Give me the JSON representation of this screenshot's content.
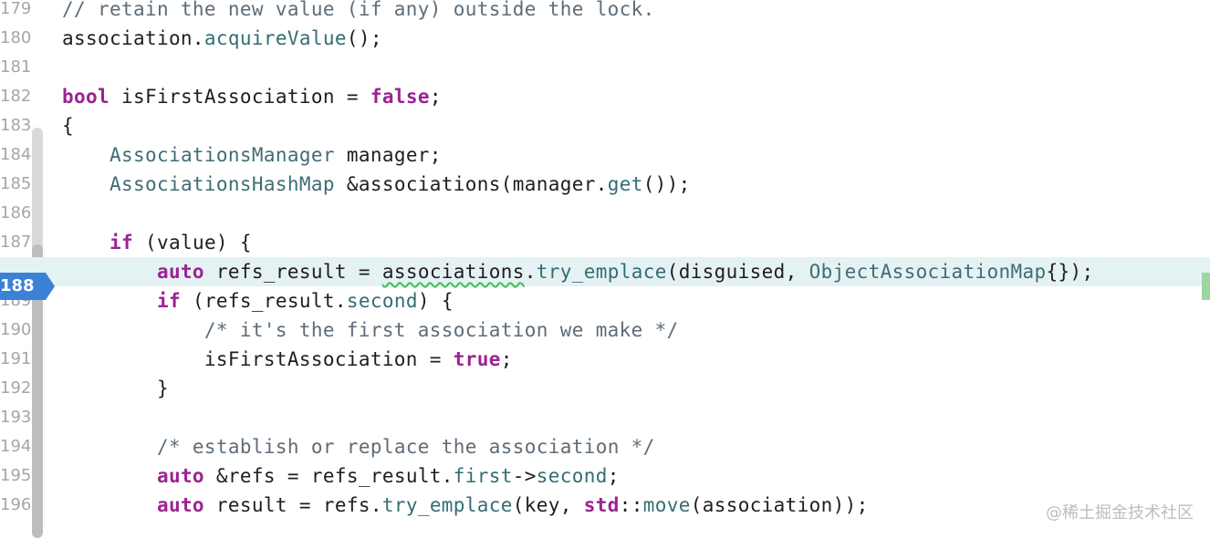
{
  "editor": {
    "lines": [
      {
        "num": "179",
        "tokens": [
          {
            "t": "// retain the new value (if any) outside the lock.",
            "c": "cm"
          }
        ]
      },
      {
        "num": "180",
        "tokens": [
          {
            "t": "association.",
            "c": "pl"
          },
          {
            "t": "acquireValue",
            "c": "fn"
          },
          {
            "t": "();",
            "c": "pl"
          }
        ]
      },
      {
        "num": "181",
        "tokens": []
      },
      {
        "num": "182",
        "tokens": [
          {
            "t": "bool",
            "c": "kw"
          },
          {
            "t": " isFirstAssociation = ",
            "c": "pl"
          },
          {
            "t": "false",
            "c": "kw"
          },
          {
            "t": ";",
            "c": "pl"
          }
        ]
      },
      {
        "num": "183",
        "tokens": [
          {
            "t": "{",
            "c": "pl"
          }
        ]
      },
      {
        "num": "184",
        "tokens": [
          {
            "t": "    ",
            "c": "pl"
          },
          {
            "t": "AssociationsManager",
            "c": "ty"
          },
          {
            "t": " manager;",
            "c": "pl"
          }
        ]
      },
      {
        "num": "185",
        "tokens": [
          {
            "t": "    ",
            "c": "pl"
          },
          {
            "t": "AssociationsHashMap",
            "c": "ty"
          },
          {
            "t": " &associations(manager.",
            "c": "pl"
          },
          {
            "t": "get",
            "c": "fn"
          },
          {
            "t": "());",
            "c": "pl"
          }
        ]
      },
      {
        "num": "186",
        "tokens": []
      },
      {
        "num": "187",
        "tokens": [
          {
            "t": "    ",
            "c": "pl"
          },
          {
            "t": "if",
            "c": "kw"
          },
          {
            "t": " (value) {",
            "c": "pl"
          }
        ]
      },
      {
        "num": "188",
        "current": true,
        "tokens": [
          {
            "t": "        ",
            "c": "pl"
          },
          {
            "t": "auto",
            "c": "kw"
          },
          {
            "t": " refs_result = ",
            "c": "pl"
          },
          {
            "t": "associations",
            "c": "pl squiggle"
          },
          {
            "t": ".",
            "c": "pl"
          },
          {
            "t": "try_emplace",
            "c": "fn"
          },
          {
            "t": "(disguised, ",
            "c": "pl"
          },
          {
            "t": "ObjectAssociationMap",
            "c": "ty"
          },
          {
            "t": "{});",
            "c": "pl"
          }
        ]
      },
      {
        "num": "189",
        "tokens": [
          {
            "t": "        ",
            "c": "pl"
          },
          {
            "t": "if",
            "c": "kw"
          },
          {
            "t": " (refs_result.",
            "c": "pl"
          },
          {
            "t": "second",
            "c": "fn"
          },
          {
            "t": ") {",
            "c": "pl"
          }
        ]
      },
      {
        "num": "190",
        "tokens": [
          {
            "t": "            ",
            "c": "pl"
          },
          {
            "t": "/* it's the first association we make */",
            "c": "cm"
          }
        ]
      },
      {
        "num": "191",
        "tokens": [
          {
            "t": "            isFirstAssociation = ",
            "c": "pl"
          },
          {
            "t": "true",
            "c": "kw"
          },
          {
            "t": ";",
            "c": "pl"
          }
        ]
      },
      {
        "num": "192",
        "tokens": [
          {
            "t": "        }",
            "c": "pl"
          }
        ]
      },
      {
        "num": "193",
        "tokens": []
      },
      {
        "num": "194",
        "tokens": [
          {
            "t": "        ",
            "c": "pl"
          },
          {
            "t": "/* establish or replace the association */",
            "c": "cm"
          }
        ]
      },
      {
        "num": "195",
        "tokens": [
          {
            "t": "        ",
            "c": "pl"
          },
          {
            "t": "auto",
            "c": "kw"
          },
          {
            "t": " &refs = refs_result.",
            "c": "pl"
          },
          {
            "t": "first",
            "c": "fn"
          },
          {
            "t": "->",
            "c": "pl"
          },
          {
            "t": "second",
            "c": "fn"
          },
          {
            "t": ";",
            "c": "pl"
          }
        ]
      },
      {
        "num": "196",
        "tokens": [
          {
            "t": "        ",
            "c": "pl"
          },
          {
            "t": "auto",
            "c": "kw"
          },
          {
            "t": " result = refs.",
            "c": "pl"
          },
          {
            "t": "try_emplace",
            "c": "fn"
          },
          {
            "t": "(key, ",
            "c": "pl"
          },
          {
            "t": "std",
            "c": "kw"
          },
          {
            "t": "::",
            "c": "pl"
          },
          {
            "t": "move",
            "c": "fn"
          },
          {
            "t": "(association));",
            "c": "pl"
          }
        ]
      }
    ],
    "colors": {
      "keyword": "#9b2393",
      "type": "#3e6d74",
      "function": "#326d74",
      "comment": "#5d6c79",
      "current_line": "#e5f2f3",
      "pc_marker": "#3b82d6",
      "squiggle": "#39c24f"
    }
  },
  "watermark": "@稀土掘金技术社区"
}
